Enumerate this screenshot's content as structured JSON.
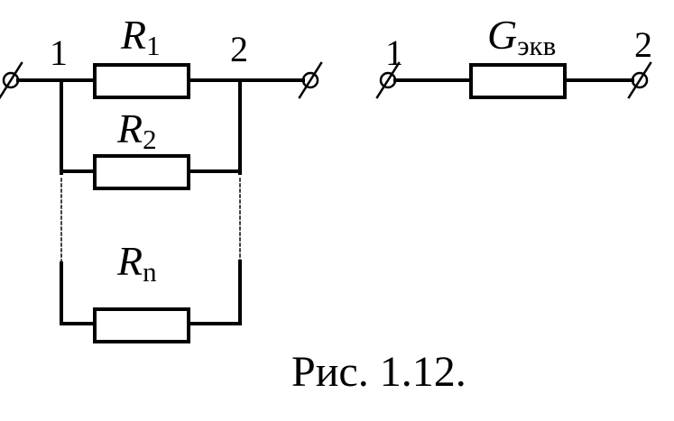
{
  "left_circuit": {
    "node_a": "1",
    "node_b": "2",
    "r1": {
      "symbol": "R",
      "sub": "1"
    },
    "r2": {
      "symbol": "R",
      "sub": "2"
    },
    "rn": {
      "symbol": "R",
      "sub": "n"
    }
  },
  "right_circuit": {
    "node_a": "1",
    "node_b": "2",
    "g": {
      "symbol": "G",
      "sub": "экв"
    }
  },
  "caption": "Рис. 1.12."
}
